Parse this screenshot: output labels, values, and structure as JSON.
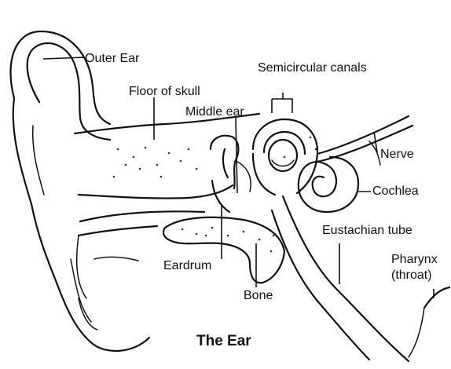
{
  "diagram": {
    "title": "The Ear",
    "labels": {
      "outer_ear": "Outer Ear",
      "floor_of_skull": "Floor of skull",
      "middle_ear": "Middle ear",
      "semicircular_canals": "Semicircular canals",
      "nerve": "Nerve",
      "cochlea": "Cochlea",
      "eustachian_tube": "Eustachian tube",
      "pharynx_line1": "Pharynx",
      "pharynx_line2": "(throat)",
      "eardrum": "Eardrum",
      "bone": "Bone"
    },
    "colors": {
      "line": "#111111",
      "background": "#ffffff",
      "stipple": "#333333"
    }
  }
}
